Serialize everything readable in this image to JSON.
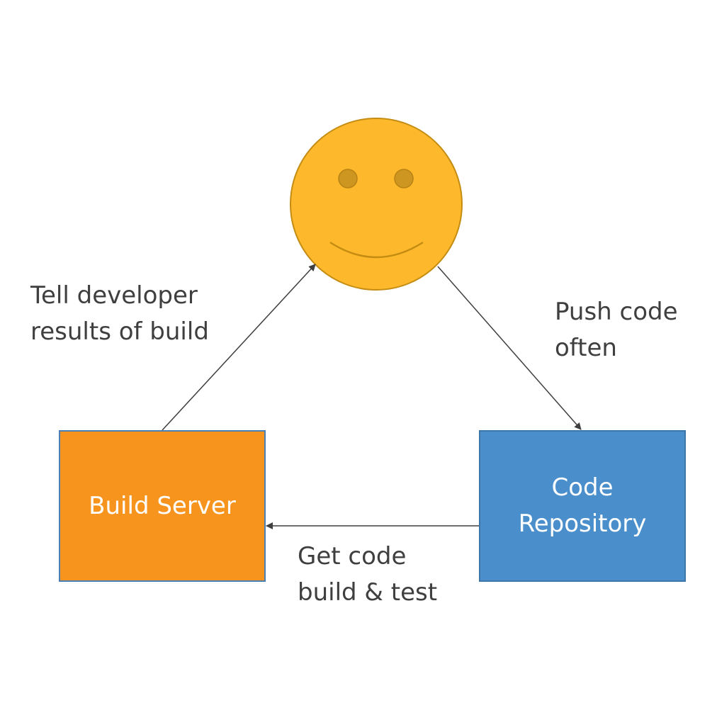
{
  "diagram": {
    "title": "",
    "nodes": {
      "developer": {
        "icon": "smiley-face-icon",
        "color": "#fdb92b"
      },
      "build_server": {
        "label": "Build Server",
        "color": "#f7941d"
      },
      "code_repository": {
        "line1": "Code",
        "line2": "Repository",
        "color": "#4a8fcc"
      }
    },
    "edges": {
      "developer_to_repo": {
        "line1": "Push code",
        "line2": "often"
      },
      "repo_to_build": {
        "line1": "Get code",
        "line2": "build & test"
      },
      "build_to_developer": {
        "line1": "Tell developer",
        "line2": "results of build"
      }
    },
    "colors": {
      "arrow": "#3f3f3f",
      "text": "#3f3f3f"
    }
  }
}
